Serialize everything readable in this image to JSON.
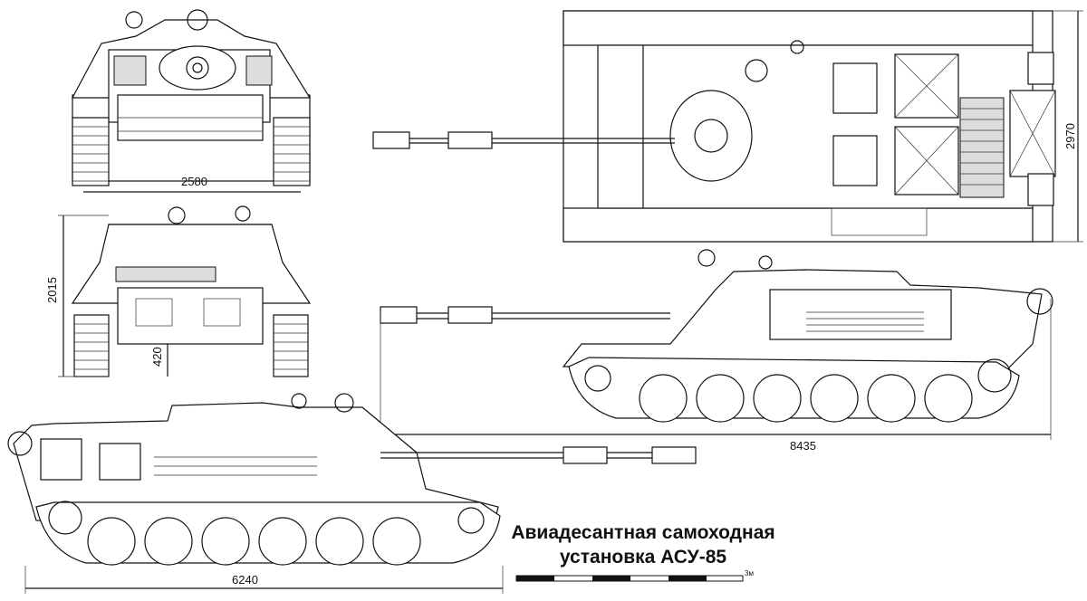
{
  "title": {
    "line1": "Авиадесантная самоходная",
    "line2": "установка АСУ-85"
  },
  "dimensions": {
    "front_width": "2580",
    "rear_height": "2015",
    "ground_clearance": "420",
    "top_width": "2970",
    "overall_length": "8435",
    "hull_length": "6240"
  },
  "scale_bar": {
    "unit": "3м",
    "segments": 6
  }
}
